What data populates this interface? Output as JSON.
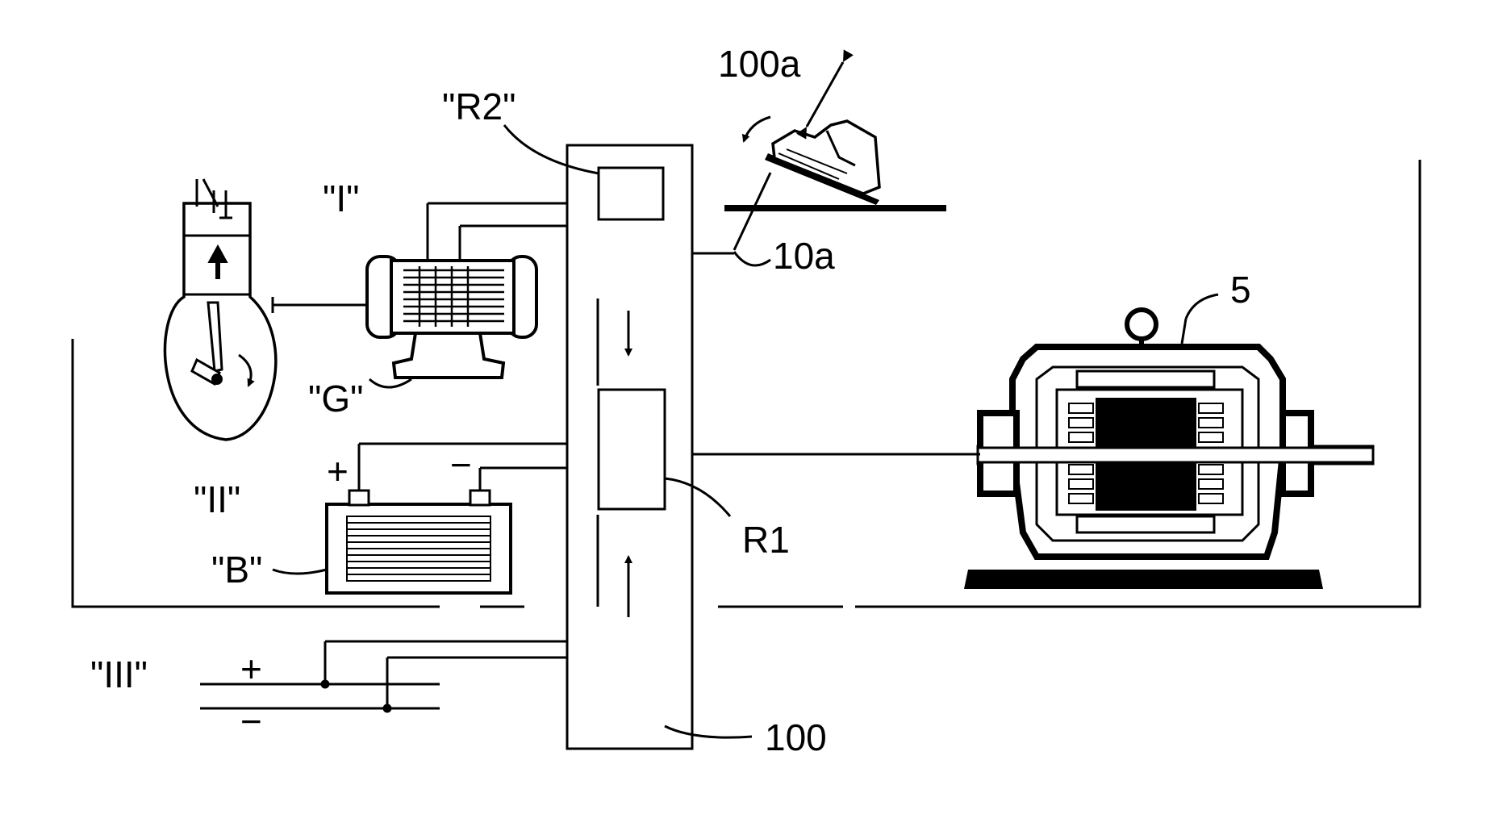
{
  "labels": {
    "r2": "\"R2\"",
    "pedal": "100a",
    "i": "\"I\"",
    "sensor": "10a",
    "motor": "5",
    "g": "\"G\"",
    "ii": "\"II\"",
    "plus_battery": "+",
    "minus_battery": "−",
    "b": "\"B\"",
    "r1": "R1",
    "iii": "\"III\"",
    "plus_line": "+",
    "minus_line": "−",
    "controller": "100"
  },
  "colors": {
    "ink": "#000000",
    "paper": "#ffffff"
  },
  "icons": [
    "engine-piston-icon",
    "generator-icon",
    "battery-icon",
    "shoe-pedal-icon",
    "electric-motor-icon"
  ]
}
